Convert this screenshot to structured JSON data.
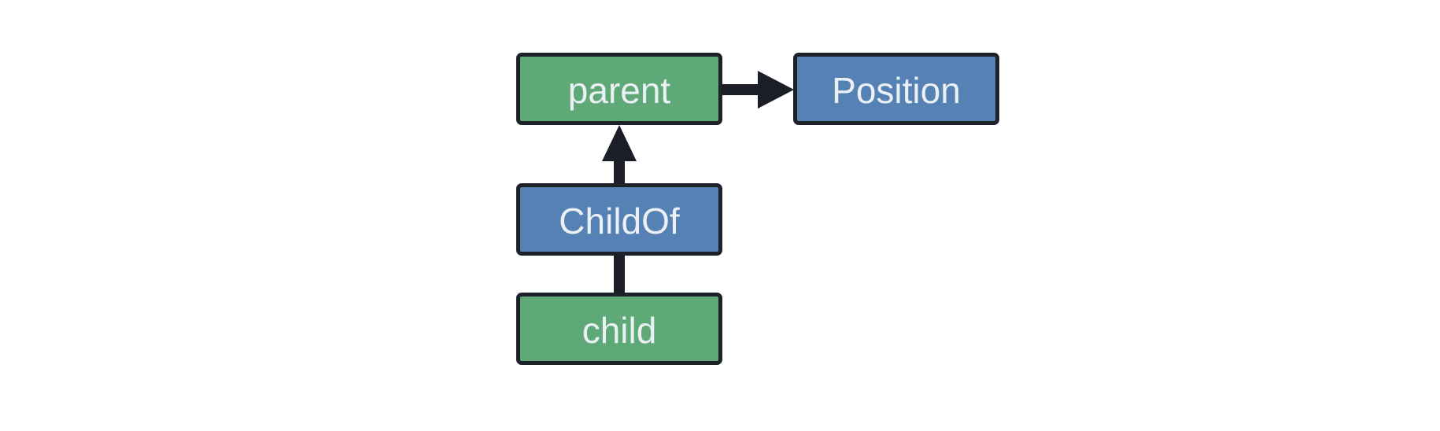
{
  "diagram": {
    "nodes": {
      "parent": {
        "label": "parent",
        "type": "entity"
      },
      "position": {
        "label": "Position",
        "type": "component"
      },
      "childof": {
        "label": "ChildOf",
        "type": "component"
      },
      "child": {
        "label": "child",
        "type": "entity"
      }
    },
    "edges": [
      {
        "from": "parent",
        "to": "Position",
        "style": "arrow",
        "direction": "right"
      },
      {
        "from": "ChildOf",
        "to": "parent",
        "style": "arrow",
        "direction": "up"
      },
      {
        "from": "child",
        "to": "ChildOf",
        "style": "line",
        "direction": "up"
      }
    ],
    "colors": {
      "entity_fill": "#5FA878",
      "component_fill": "#5581B5",
      "node_border": "#1D212A",
      "connector": "#1B1E26",
      "label_text": "#EBF0F5",
      "background": "#FFFFFF"
    }
  }
}
